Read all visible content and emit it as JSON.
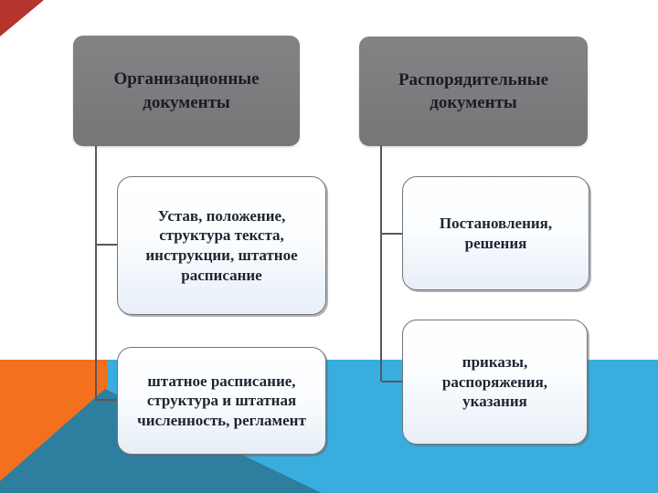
{
  "slide": {
    "background": {
      "canvas": "#ffffff",
      "red_corner": "#b5342e",
      "orange": "#f3701e",
      "teal": "#2e7f9f",
      "light_blue": "#39aede"
    },
    "styles": {
      "header_bg": "#7c7c7e",
      "header_text_color": "#181d26",
      "child_text_color": "#1d2531",
      "connector_color": "#58585a"
    },
    "columns": [
      {
        "header": "Организационные документы",
        "children": [
          "Устав, положение, структура текста, инструкции, штатное расписание",
          "штатное расписание, структура и штатная численность, регламент"
        ]
      },
      {
        "header": "Распорядительные документы",
        "children": [
          "Постановления, решения",
          "приказы, распоряжения, указания"
        ]
      }
    ]
  }
}
